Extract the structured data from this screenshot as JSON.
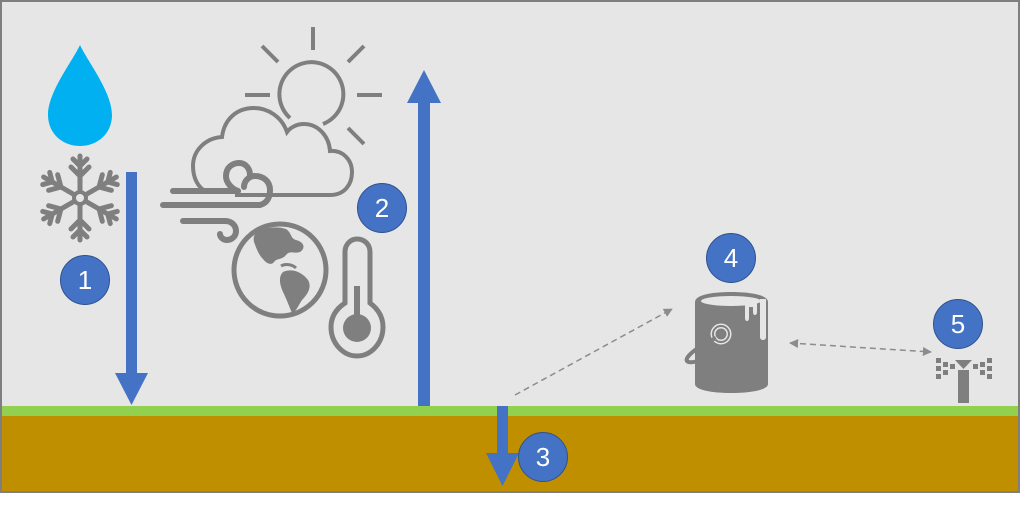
{
  "diagram": {
    "title": "Water cycle / irrigation water balance",
    "colors": {
      "background": "#e6e6e6",
      "frame_border": "#7f7f7f",
      "grass": "#92d050",
      "soil": "#bf8f00",
      "arrow": "#4472c4",
      "badge_fill": "#4472c4",
      "badge_border": "#2f528f",
      "badge_text": "#ffffff",
      "icon_gray": "#7f7f7f",
      "water_drop": "#00b0f0",
      "dashed_connector": "#8c8c8c"
    },
    "badges": [
      {
        "id": "1",
        "label": "1",
        "meaning": "precipitation (rain / snow)"
      },
      {
        "id": "2",
        "label": "2",
        "meaning": "evapotranspiration (weather, climate, temperature)"
      },
      {
        "id": "3",
        "label": "3",
        "meaning": "deep percolation / drainage"
      },
      {
        "id": "4",
        "label": "4",
        "meaning": "water storage bucket"
      },
      {
        "id": "5",
        "label": "5",
        "meaning": "irrigation sprinkler"
      }
    ],
    "icons": [
      {
        "name": "water-drop-icon"
      },
      {
        "name": "snowflake-icon"
      },
      {
        "name": "sun-icon"
      },
      {
        "name": "cloud-icon"
      },
      {
        "name": "wind-icon"
      },
      {
        "name": "globe-icon"
      },
      {
        "name": "thermometer-icon"
      },
      {
        "name": "paint-bucket-icon"
      },
      {
        "name": "sprinkler-icon"
      }
    ],
    "arrows": [
      {
        "name": "precipitation-arrow",
        "direction": "down"
      },
      {
        "name": "evapotranspiration-arrow",
        "direction": "up"
      },
      {
        "name": "percolation-arrow",
        "direction": "down"
      },
      {
        "name": "soil-to-bucket-connector",
        "style": "dashed",
        "direction": "one-way"
      },
      {
        "name": "bucket-sprinkler-connector",
        "style": "dashed",
        "direction": "two-way"
      }
    ]
  }
}
